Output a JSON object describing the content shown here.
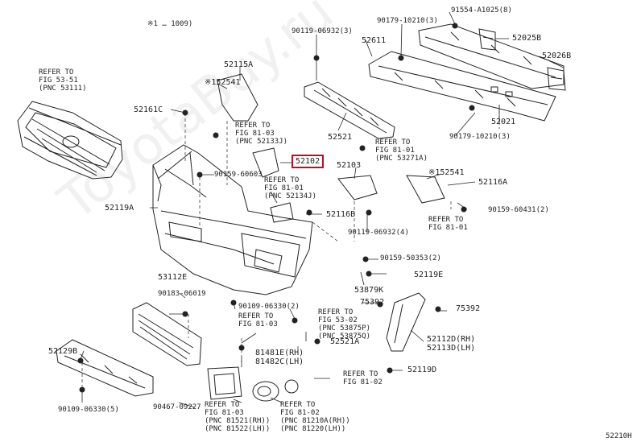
{
  "labels": {
    "note_top": "※1 … 1009)",
    "p91554": "91554-A1025(8)",
    "p90179_top": "90179-10210(3)",
    "p90119_top": "90119-06932(3)",
    "p52611": "52611",
    "p52025B": "52025B",
    "p52026B": "52026B",
    "p52115A": "52115A",
    "p52541_a": "※152541",
    "p52161C": "52161C",
    "ref_5311": "REFER TO\nFIG 53-51\n(PNC 53111)",
    "ref_8103_a": "REFER TO\nFIG 81-03\n(PNC 52133J)",
    "p52521": "52521",
    "p52021": "52021",
    "p90179_b": "90179-10210(3)",
    "ref_8101_a": "REFER TO\nFIG 81-01\n(PNC 53271A)",
    "p52102": "52102",
    "p52103": "52103",
    "p90159_603": "90159-60603",
    "ref_8101_b": "REFER TO\nFIG 81-01\n(PNC 52134J)",
    "p52541_b": "※152541",
    "p52116A": "52116A",
    "p52119A": "52119A",
    "p52116B": "52116B",
    "p90159_431": "90159-60431(2)",
    "ref_8101_c": "REFER TO\nFIG 81-01",
    "p90119_4": "90119-06932(4)",
    "p90159_503": "90159-50353(2)",
    "p52119E": "52119E",
    "p53112E": "53112E",
    "p90183": "90183-06019",
    "p53879K": "53879K",
    "p75392_a": "75392",
    "p75392_b": "75392",
    "p90109_2": "90109-06330(2)",
    "ref_8103_b": "REFER TO\nFIG 81-03",
    "ref_5302": "REFER TO\nFIG 53-02\n(PNC 53875P)\n(PNC 53875Q)",
    "p52521A": "52521A",
    "p52112D": "52112D(RH)",
    "p52113D": "52113D(LH)",
    "p52129B": "52129B",
    "p81481E": "81481E(RH)",
    "p81482C": "81482C(LH)",
    "p52119D": "52119D",
    "ref_8102_a": "REFER TO\nFIG 81-02",
    "p90109_5": "90109-06330(5)",
    "p90467": "90467-09227",
    "ref_8103_c": "REFER TO\nFIG 81-03\n(PNC 81521(RH))\n(PNC 81522(LH))",
    "ref_8102_b": "REFER TO\nFIG 81-02\n(PNC 81210A(RH))\n(PNC 81220(LH))",
    "fig_code": "52210H",
    "watermark": "ToyotaBuy.ru"
  }
}
